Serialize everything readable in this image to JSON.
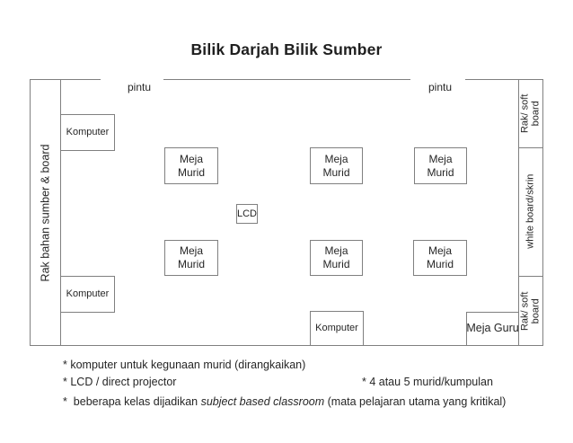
{
  "title": "Bilik Darjah Bilik Sumber",
  "room": {
    "doors": {
      "door1_label": "pintu",
      "door2_label": "pintu"
    },
    "left_shelf_label": "Rak bahan sumber & board",
    "right_wall": {
      "top_shelf": {
        "line1": "Rak/ soft",
        "line2": "board"
      },
      "middle_label": "white board/skrin",
      "bottom_shelf": {
        "line1": "Rak/ soft",
        "line2": "board"
      }
    },
    "computers": {
      "top_left": "Komputer",
      "bottom_left": "Komputer",
      "bottom_middle": "Komputer"
    },
    "student_desks": [
      {
        "line1": "Meja",
        "line2": "Murid"
      },
      {
        "line1": "Meja",
        "line2": "Murid"
      },
      {
        "line1": "Meja",
        "line2": "Murid"
      },
      {
        "line1": "Meja",
        "line2": "Murid"
      },
      {
        "line1": "Meja",
        "line2": "Murid"
      },
      {
        "line1": "Meja",
        "line2": "Murid"
      }
    ],
    "lcd_label": "LCD",
    "teacher_desk_label": "Meja Guru"
  },
  "notes": {
    "note1": "* komputer untuk kegunaan murid (dirangkaikan)",
    "note2": "* LCD / direct projector",
    "note2_right": "* 4 atau 5 murid/kumpulan",
    "note3_prefix": "*  beberapa kelas dijadikan ",
    "note3_italic": "subject based classroom",
    "note3_suffix": " (mata pelajaran utama yang kritikal)"
  },
  "colors": {
    "line": "#808080",
    "text": "#262626",
    "title_text": "#1f1f1f",
    "background": "#ffffff"
  }
}
